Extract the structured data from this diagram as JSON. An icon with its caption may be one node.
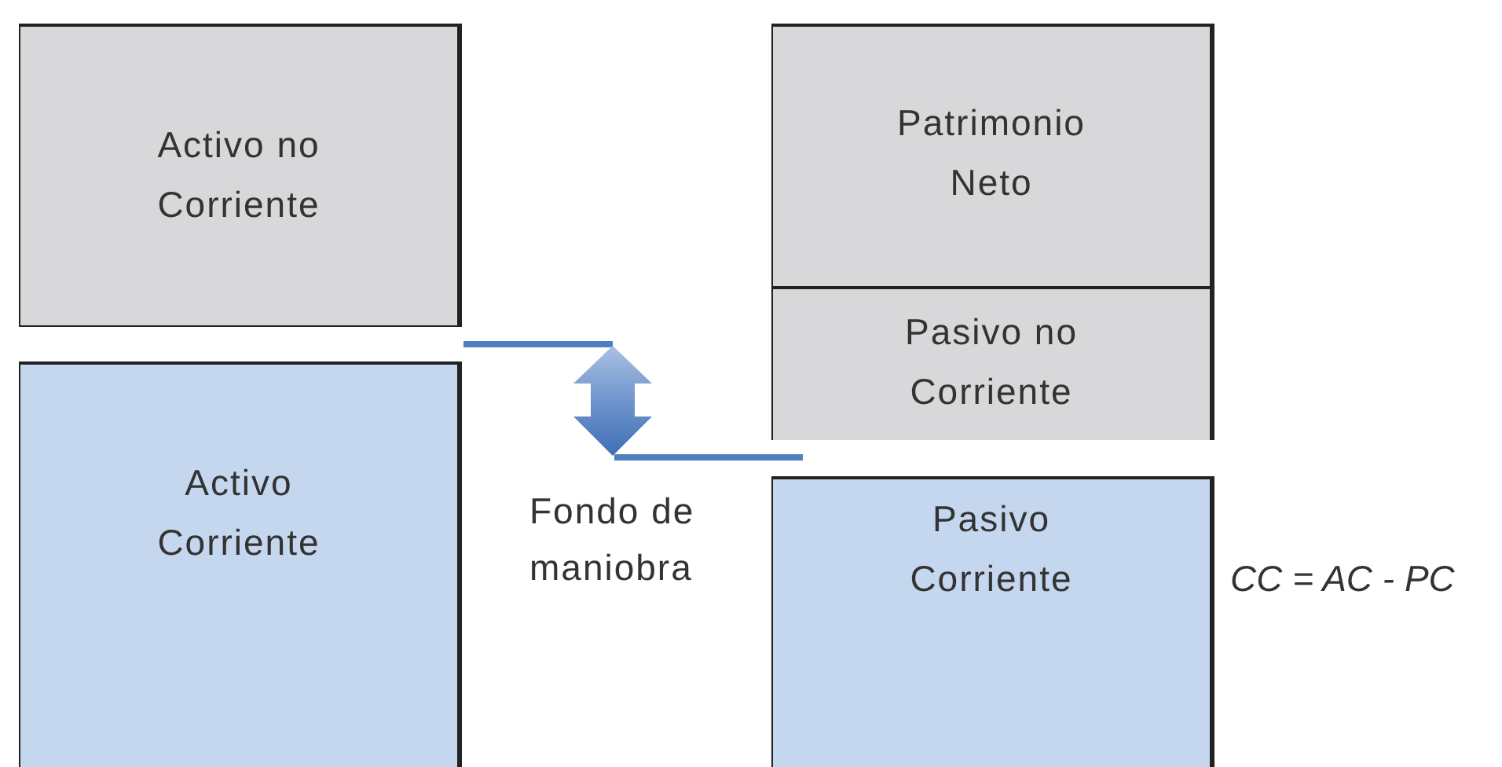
{
  "diagram": {
    "nodes": [
      {
        "text": [
          "Activo no Corriente"
        ]
      },
      {
        "text": [
          "Activo Corriente"
        ]
      },
      {
        "text": [
          "Patrimonio Neto"
        ]
      },
      {
        "text": [
          "Pasivo no Corriente"
        ]
      },
      {
        "text": [
          "Pasivo Corriente"
        ]
      }
    ],
    "labels": [
      "Fondo de maniobra",
      "CC = AC - PC"
    ]
  }
}
